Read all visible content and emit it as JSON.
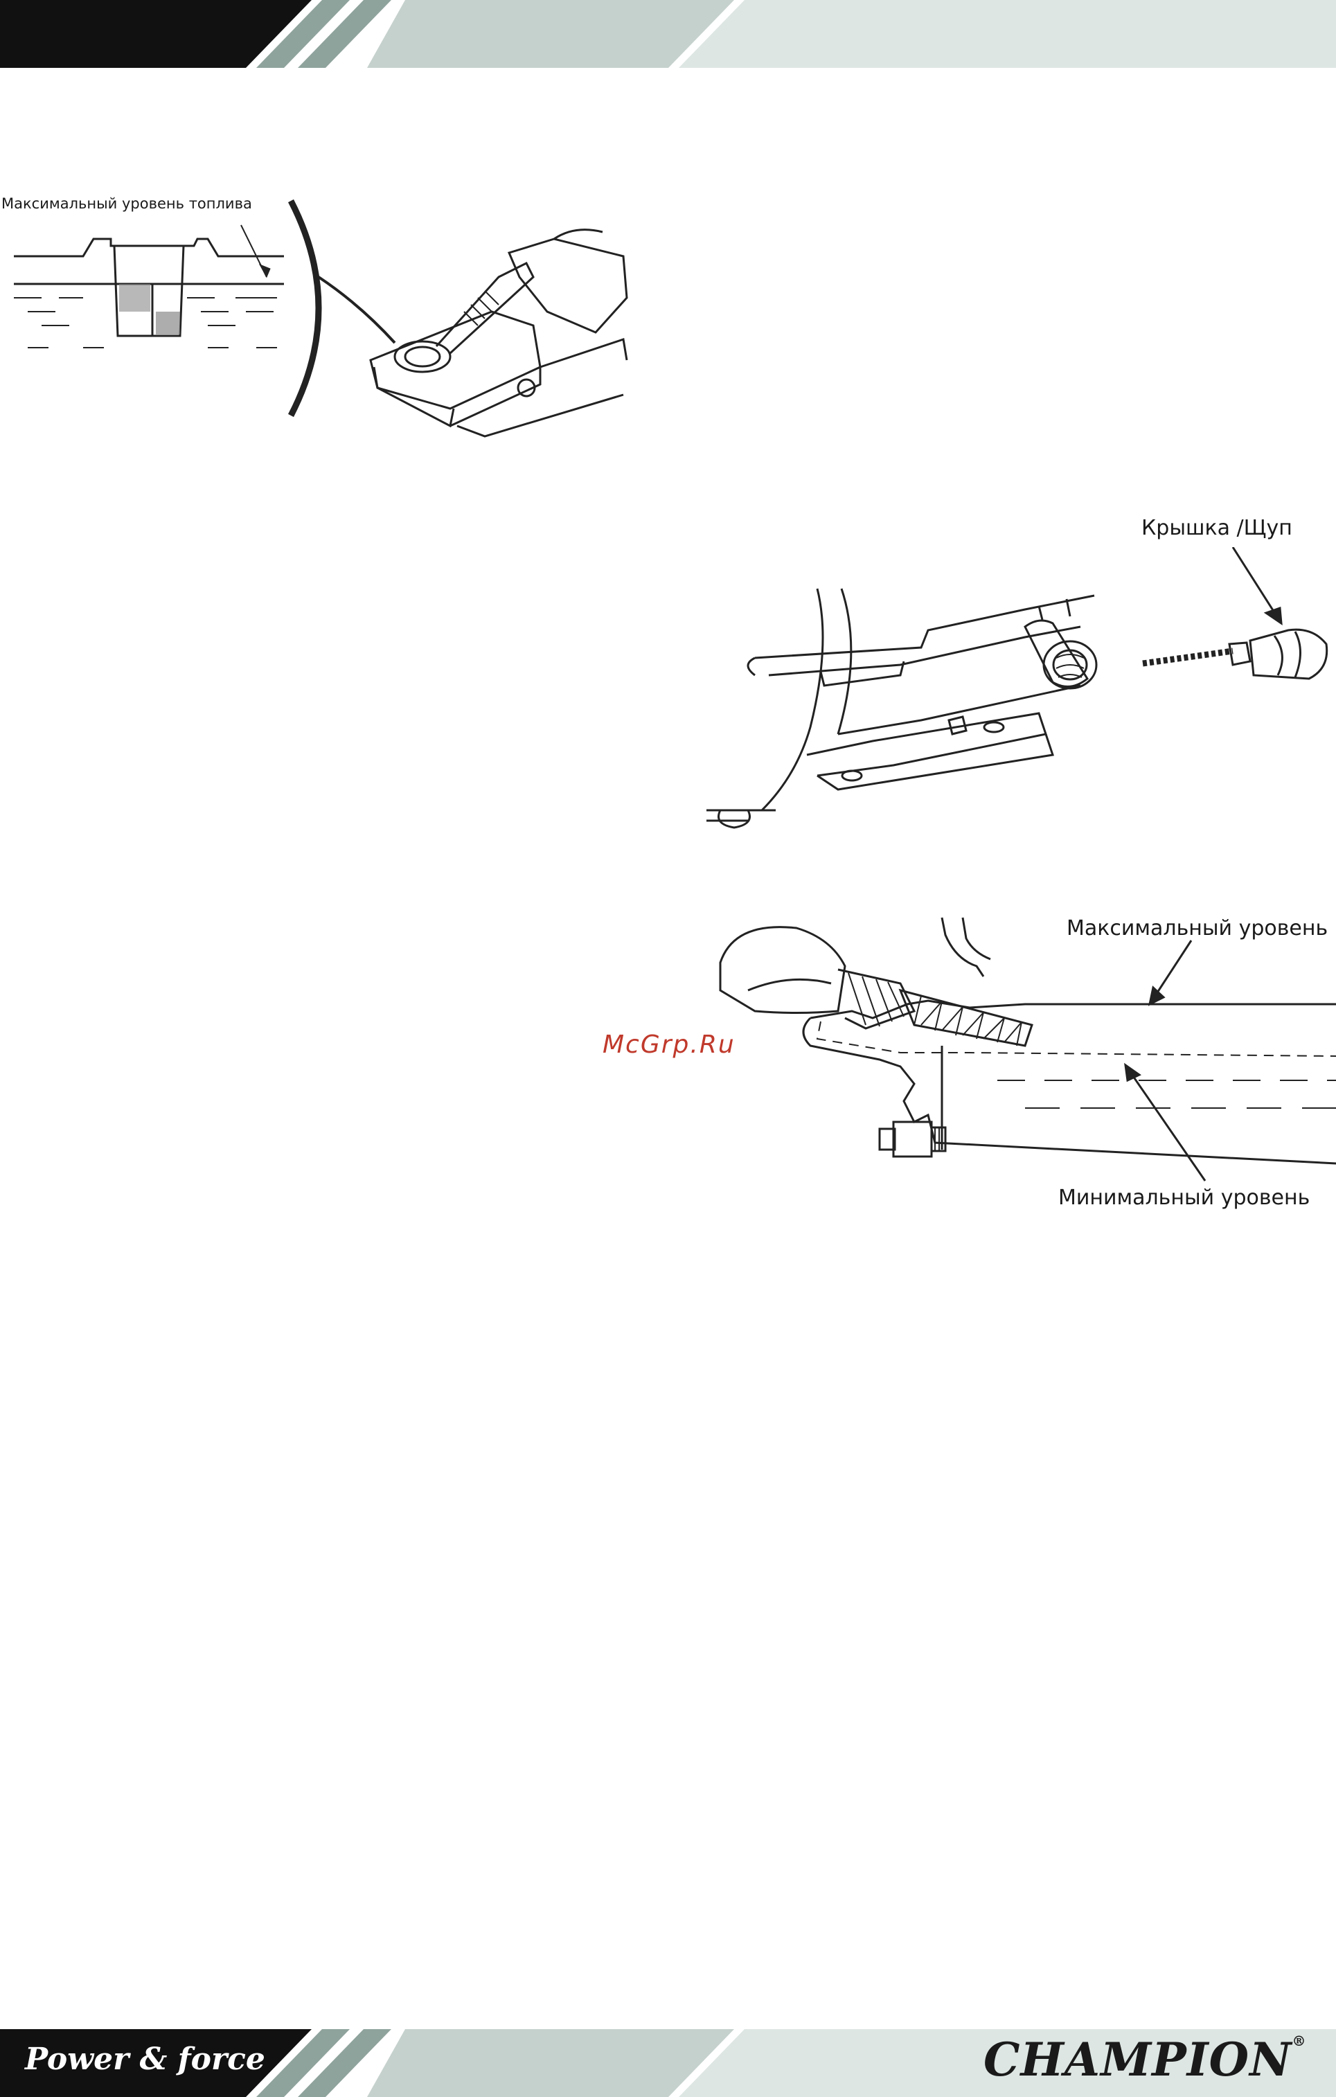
{
  "header": {
    "colors": {
      "dark": "#111111",
      "stripe": "#8fa39d",
      "light_stripe": "#c5d1cd",
      "pale": "#dde6e3"
    }
  },
  "figures": {
    "fuel": {
      "max_level_label": "Максимальный   уровень  топлива"
    },
    "cap": {
      "cap_label": "Крышка /Щуп"
    },
    "oil_level": {
      "max_label": "Максимальный   уровень",
      "min_label": "Минимальный   уровень"
    }
  },
  "watermark": {
    "text": "McGrp.Ru",
    "color": "#c0392b"
  },
  "footer": {
    "slogan": "Power & force",
    "brand": "CHAMPION",
    "brand_mark": "®"
  }
}
